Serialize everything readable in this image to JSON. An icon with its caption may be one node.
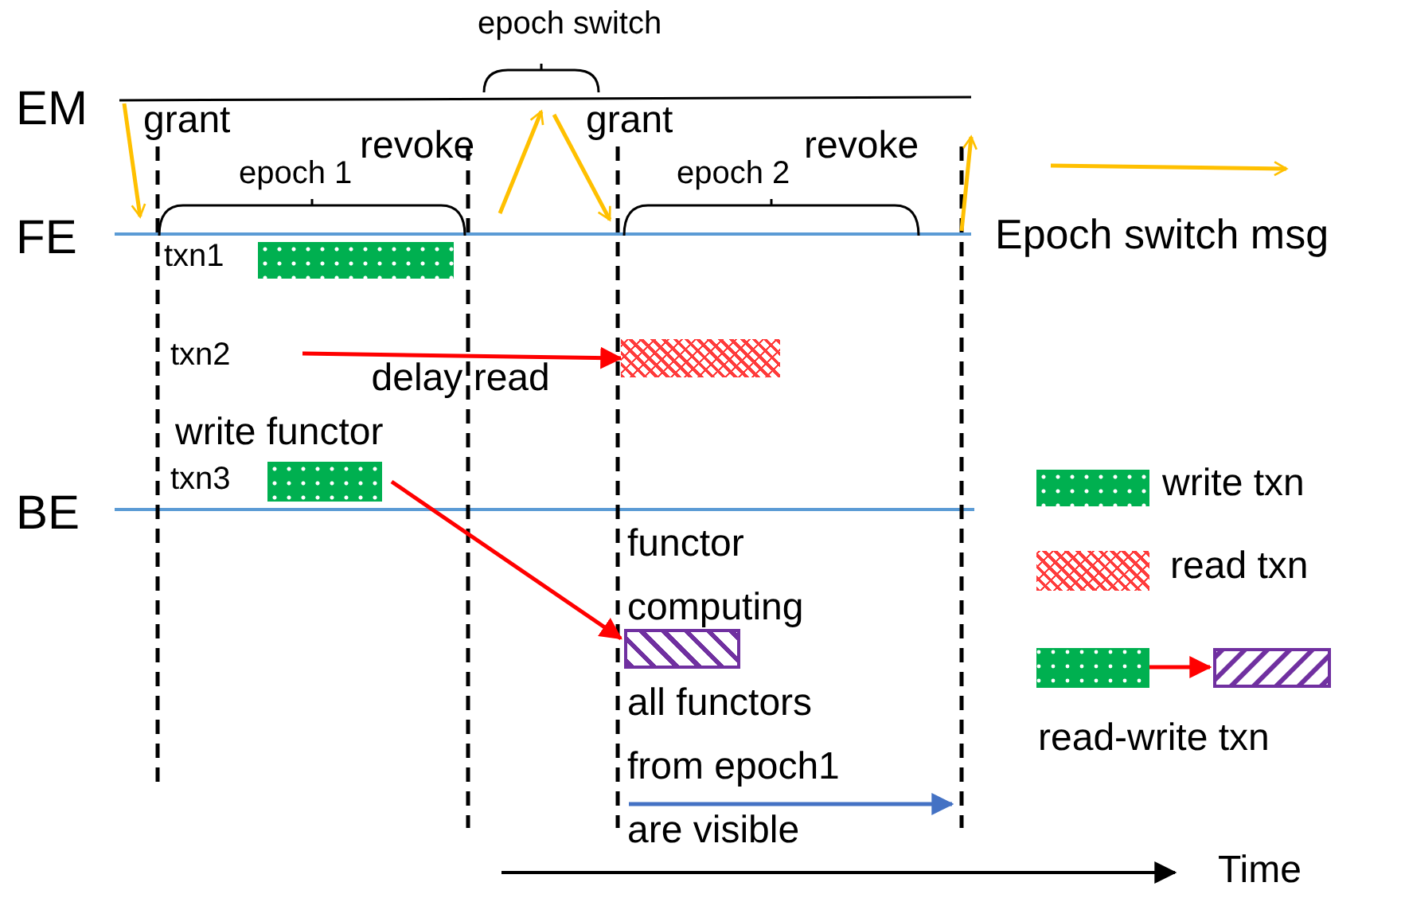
{
  "diagram": {
    "nodes": [
      {
        "text": [],
        "shape": "bar"
      },
      {
        "text": [],
        "shape": "bar"
      },
      {
        "text": [],
        "shape": "bar"
      },
      {
        "text": [],
        "shape": "bar"
      }
    ],
    "edges": [
      {
        "from": null,
        "to": 1,
        "arrow": "to",
        "label": "delay read",
        "color": "#ff0000"
      },
      {
        "from": 2,
        "to": 3,
        "arrow": "to",
        "color": "#ff0000"
      }
    ],
    "labels": [
      "epoch switch",
      "EM",
      "grant",
      "revoke",
      "grant",
      "revoke",
      "epoch 1",
      "epoch 2",
      "FE",
      "txn1",
      "txn2",
      "write functor",
      "txn3",
      "BE",
      "functor computing",
      "all functors from epoch1 are visible",
      "Time"
    ],
    "legend": [
      {
        "text": "Epoch switch msg"
      },
      {
        "text": "write txn"
      },
      {
        "text": "read txn"
      },
      {
        "text": "read-write txn"
      }
    ]
  }
}
